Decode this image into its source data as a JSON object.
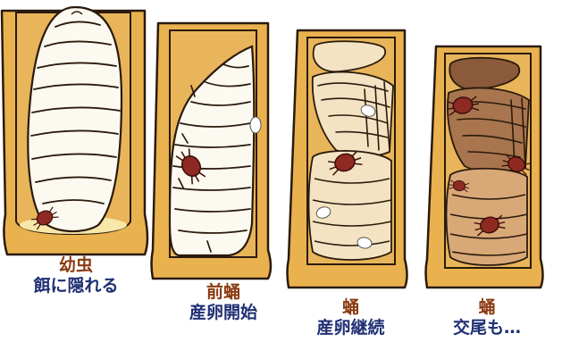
{
  "stages": [
    {
      "title": "幼虫",
      "caption": "餌に隠れる"
    },
    {
      "title": "前蛹",
      "caption": "産卵開始"
    },
    {
      "title": "蛹",
      "caption": "産卵継続"
    },
    {
      "title": "蛹",
      "caption": "交尾も…"
    }
  ],
  "colors": {
    "cell_wall": "#e9b24f",
    "cell_outline": "#2a1a0c",
    "larva_body": "#fbf9f0",
    "pupa_tan": "#f4e3c2",
    "pupa_dark": "#8a5a3a",
    "mite": "#8e2a22",
    "label_title": "#8a3a10",
    "label_caption": "#1f2f73"
  }
}
